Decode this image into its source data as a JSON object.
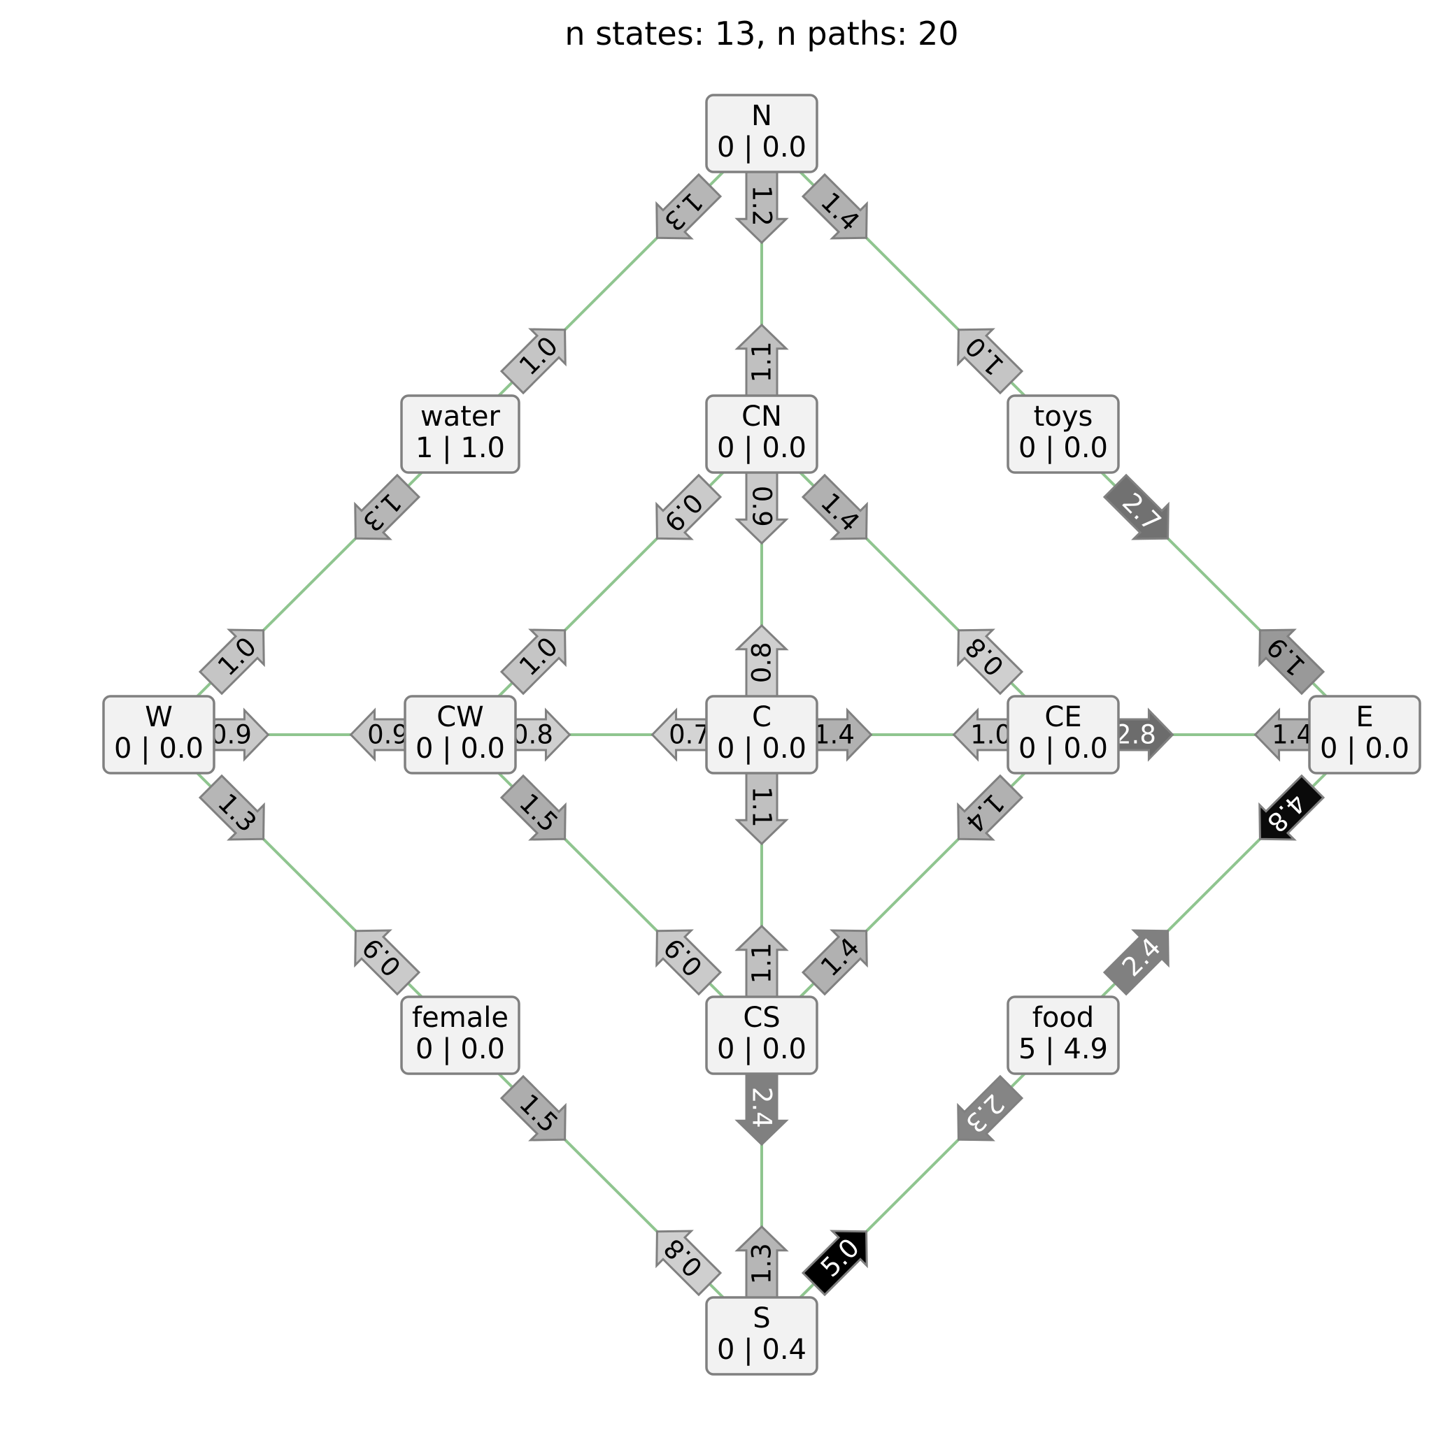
{
  "title": "n states: 13, n paths: 20",
  "colors": {
    "edge": "#8fc58f",
    "node_fill": "#f2f2f2",
    "node_stroke": "#808080",
    "arrow_stroke": "#808080"
  },
  "nodes": [
    {
      "id": "N",
      "name": "N",
      "stats": "0 | 0.0"
    },
    {
      "id": "water",
      "name": "water",
      "stats": "1 | 1.0"
    },
    {
      "id": "CN",
      "name": "CN",
      "stats": "0 | 0.0"
    },
    {
      "id": "toys",
      "name": "toys",
      "stats": "0 | 0.0"
    },
    {
      "id": "W",
      "name": "W",
      "stats": "0 | 0.0"
    },
    {
      "id": "CW",
      "name": "CW",
      "stats": "0 | 0.0"
    },
    {
      "id": "C",
      "name": "C",
      "stats": "0 | 0.0"
    },
    {
      "id": "CE",
      "name": "CE",
      "stats": "0 | 0.0"
    },
    {
      "id": "E",
      "name": "E",
      "stats": "0 | 0.0"
    },
    {
      "id": "female",
      "name": "female",
      "stats": "0 | 0.0"
    },
    {
      "id": "CS",
      "name": "CS",
      "stats": "0 | 0.0"
    },
    {
      "id": "food",
      "name": "food",
      "stats": "5 | 4.9"
    },
    {
      "id": "S",
      "name": "S",
      "stats": "0 | 0.4"
    }
  ],
  "edges": [
    {
      "a": "N",
      "b": "water",
      "ab": "1.3",
      "ba": "1.0"
    },
    {
      "a": "N",
      "b": "CN",
      "ab": "1.2",
      "ba": "1.1"
    },
    {
      "a": "N",
      "b": "toys",
      "ab": "1.4",
      "ba": "1.0"
    },
    {
      "a": "water",
      "b": "W",
      "ab": "1.3",
      "ba": "1.0"
    },
    {
      "a": "CN",
      "b": "CW",
      "ab": "0.9",
      "ba": "1.0"
    },
    {
      "a": "CN",
      "b": "C",
      "ab": "0.9",
      "ba": "0.8"
    },
    {
      "a": "CN",
      "b": "CE",
      "ab": "1.4",
      "ba": "0.8"
    },
    {
      "a": "toys",
      "b": "E",
      "ab": "2.7",
      "ba": "1.9"
    },
    {
      "a": "W",
      "b": "CW",
      "ab": "0.9",
      "ba": "0.9"
    },
    {
      "a": "CW",
      "b": "C",
      "ab": "0.8",
      "ba": "0.7"
    },
    {
      "a": "C",
      "b": "CE",
      "ab": "1.4",
      "ba": "1.0"
    },
    {
      "a": "CE",
      "b": "E",
      "ab": "2.8",
      "ba": "1.4"
    },
    {
      "a": "W",
      "b": "female",
      "ab": "1.3",
      "ba": "0.9"
    },
    {
      "a": "CW",
      "b": "CS",
      "ab": "1.5",
      "ba": "0.9"
    },
    {
      "a": "C",
      "b": "CS",
      "ab": "1.1",
      "ba": "1.1"
    },
    {
      "a": "CE",
      "b": "CS",
      "ab": "1.4",
      "ba": "1.4"
    },
    {
      "a": "E",
      "b": "food",
      "ab": "4.8",
      "ba": "2.4"
    },
    {
      "a": "female",
      "b": "S",
      "ab": "1.5",
      "ba": "0.8"
    },
    {
      "a": "CS",
      "b": "S",
      "ab": "2.4",
      "ba": "1.3"
    },
    {
      "a": "food",
      "b": "S",
      "ab": "2.3",
      "ba": "5.0"
    }
  ]
}
